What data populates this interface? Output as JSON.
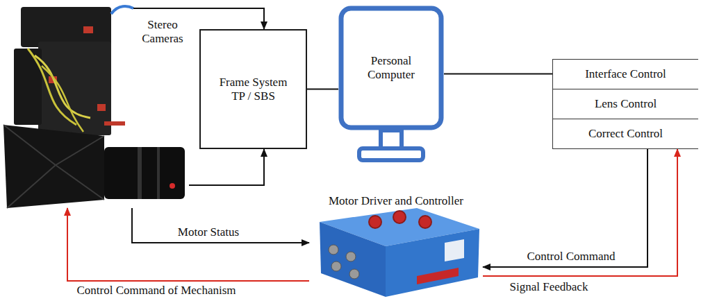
{
  "diagram": {
    "nodes": [
      {
        "text": [
          "Stereo Cameras"
        ]
      },
      {
        "text": [
          "Frame System TP / SBS"
        ]
      },
      {
        "text": [
          "Personal Computer"
        ]
      },
      {
        "text": [
          "Interface Control"
        ]
      },
      {
        "text": [
          "Lens Control"
        ]
      },
      {
        "text": [
          "Correct Control"
        ]
      },
      {
        "text": [
          "Motor Driver and Controller"
        ]
      }
    ],
    "edges": [
      {
        "from": 0,
        "to": 1,
        "arrow": "to"
      },
      {
        "from": 0,
        "to": 1,
        "arrow": "to"
      },
      {
        "from": 1,
        "to": 2,
        "arrow": "none"
      },
      {
        "from": 2,
        "to": 3,
        "arrow": "none"
      },
      {
        "from": 5,
        "to": 6,
        "label": "Control Command",
        "arrow": "to"
      },
      {
        "from": 6,
        "to": 5,
        "label": "Signal Feedback",
        "arrow": "to"
      },
      {
        "from": 0,
        "to": 6,
        "label": "Motor Status",
        "arrow": "to"
      },
      {
        "from": 6,
        "to": 0,
        "label": "Control Command of Mechanism",
        "arrow": "to"
      }
    ]
  }
}
